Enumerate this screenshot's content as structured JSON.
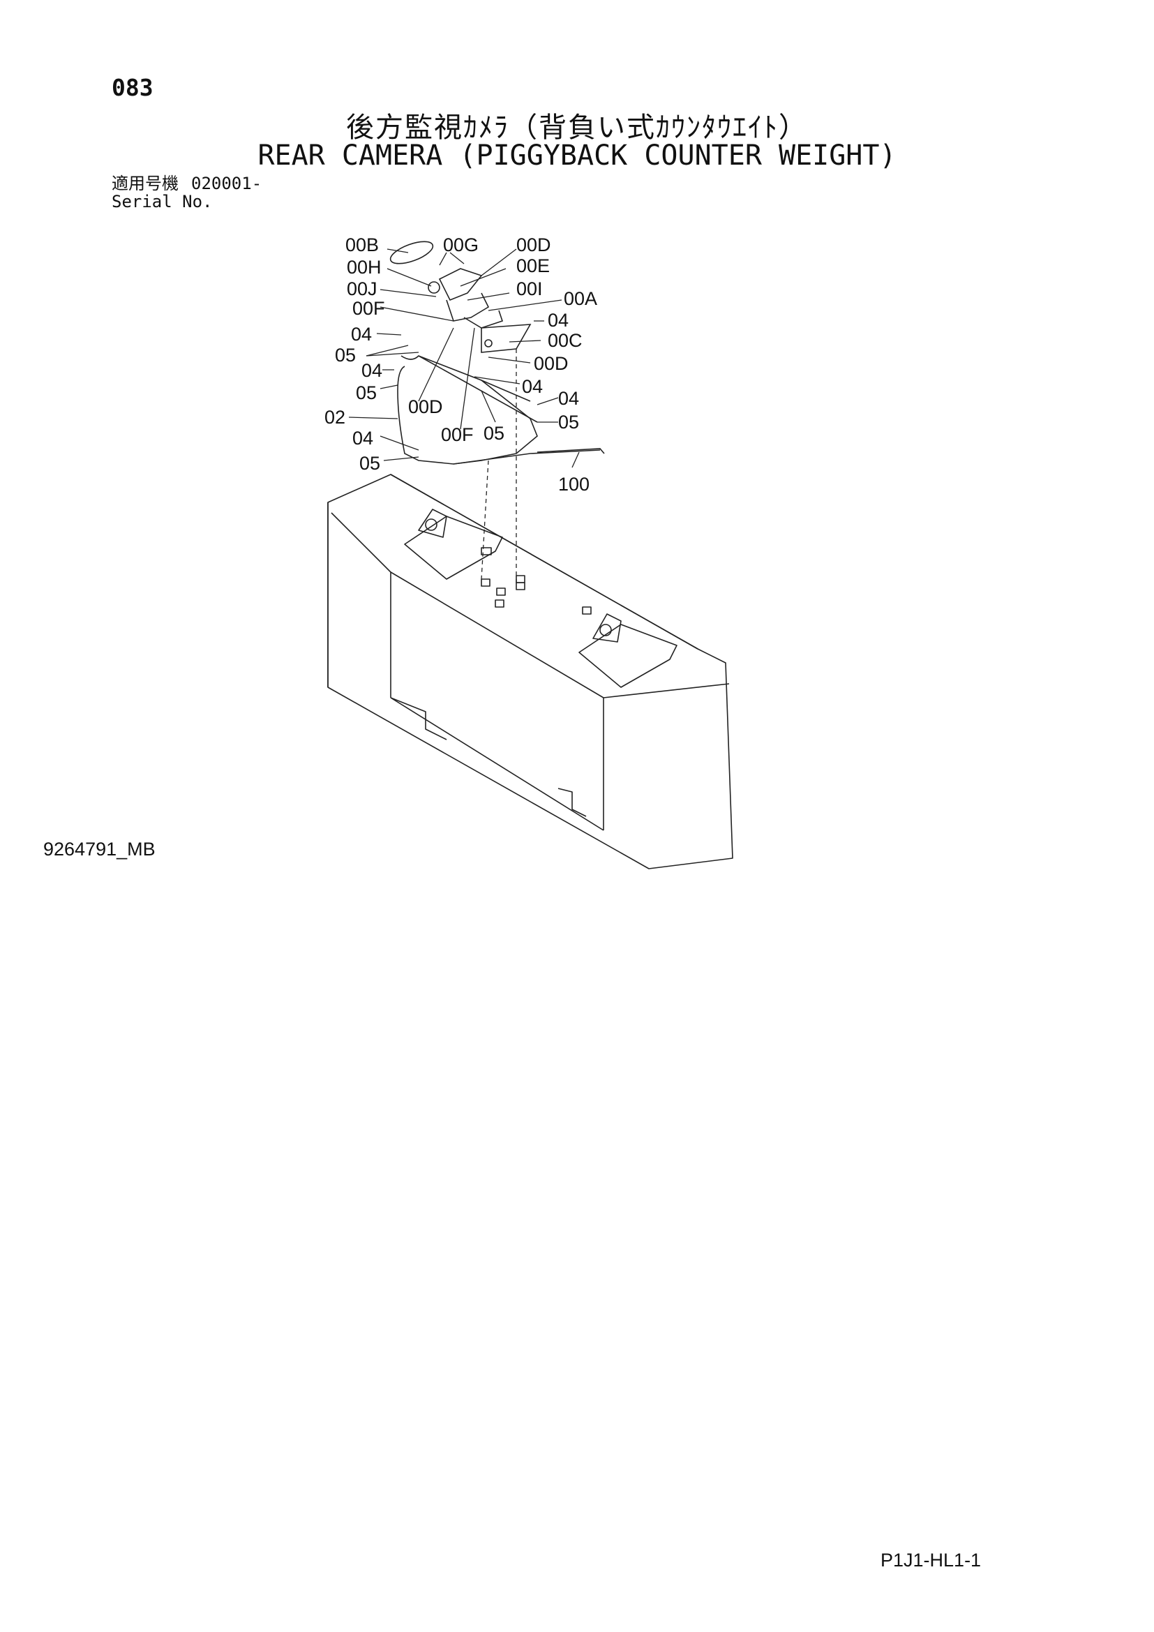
{
  "header": {
    "page_number": "083",
    "title_jp": "後方監視ｶﾒﾗ（背負い式ｶｳﾝﾀｳｴｲﾄ）",
    "title_en": "REAR CAMERA (PIGGYBACK COUNTER WEIGHT)",
    "serial_label_jp": "適用号機",
    "serial_number": "020001-",
    "serial_label_en": "Serial No."
  },
  "callouts": {
    "c00B": "00B",
    "c00G": "00G",
    "c00D_top": "00D",
    "c00H": "00H",
    "c00E": "00E",
    "c00J": "00J",
    "c00I": "00I",
    "c00A": "00A",
    "c00F_top": "00F",
    "c04_a": "04",
    "c04_b": "04",
    "c00C": "00C",
    "c05_a": "05",
    "c00D_mid": "00D",
    "c04_c": "04",
    "c04_d": "04",
    "c05_b": "05",
    "c04_e": "04",
    "c00D_low": "00D",
    "c02": "02",
    "c05_c": "05",
    "c05_d": "05",
    "c04_f": "04",
    "c00F_low": "00F",
    "c05_e": "05",
    "c100": "100"
  },
  "footer": {
    "drawing_number": "9264791_MB",
    "sheet_code": "P1J1-HL1-1"
  }
}
